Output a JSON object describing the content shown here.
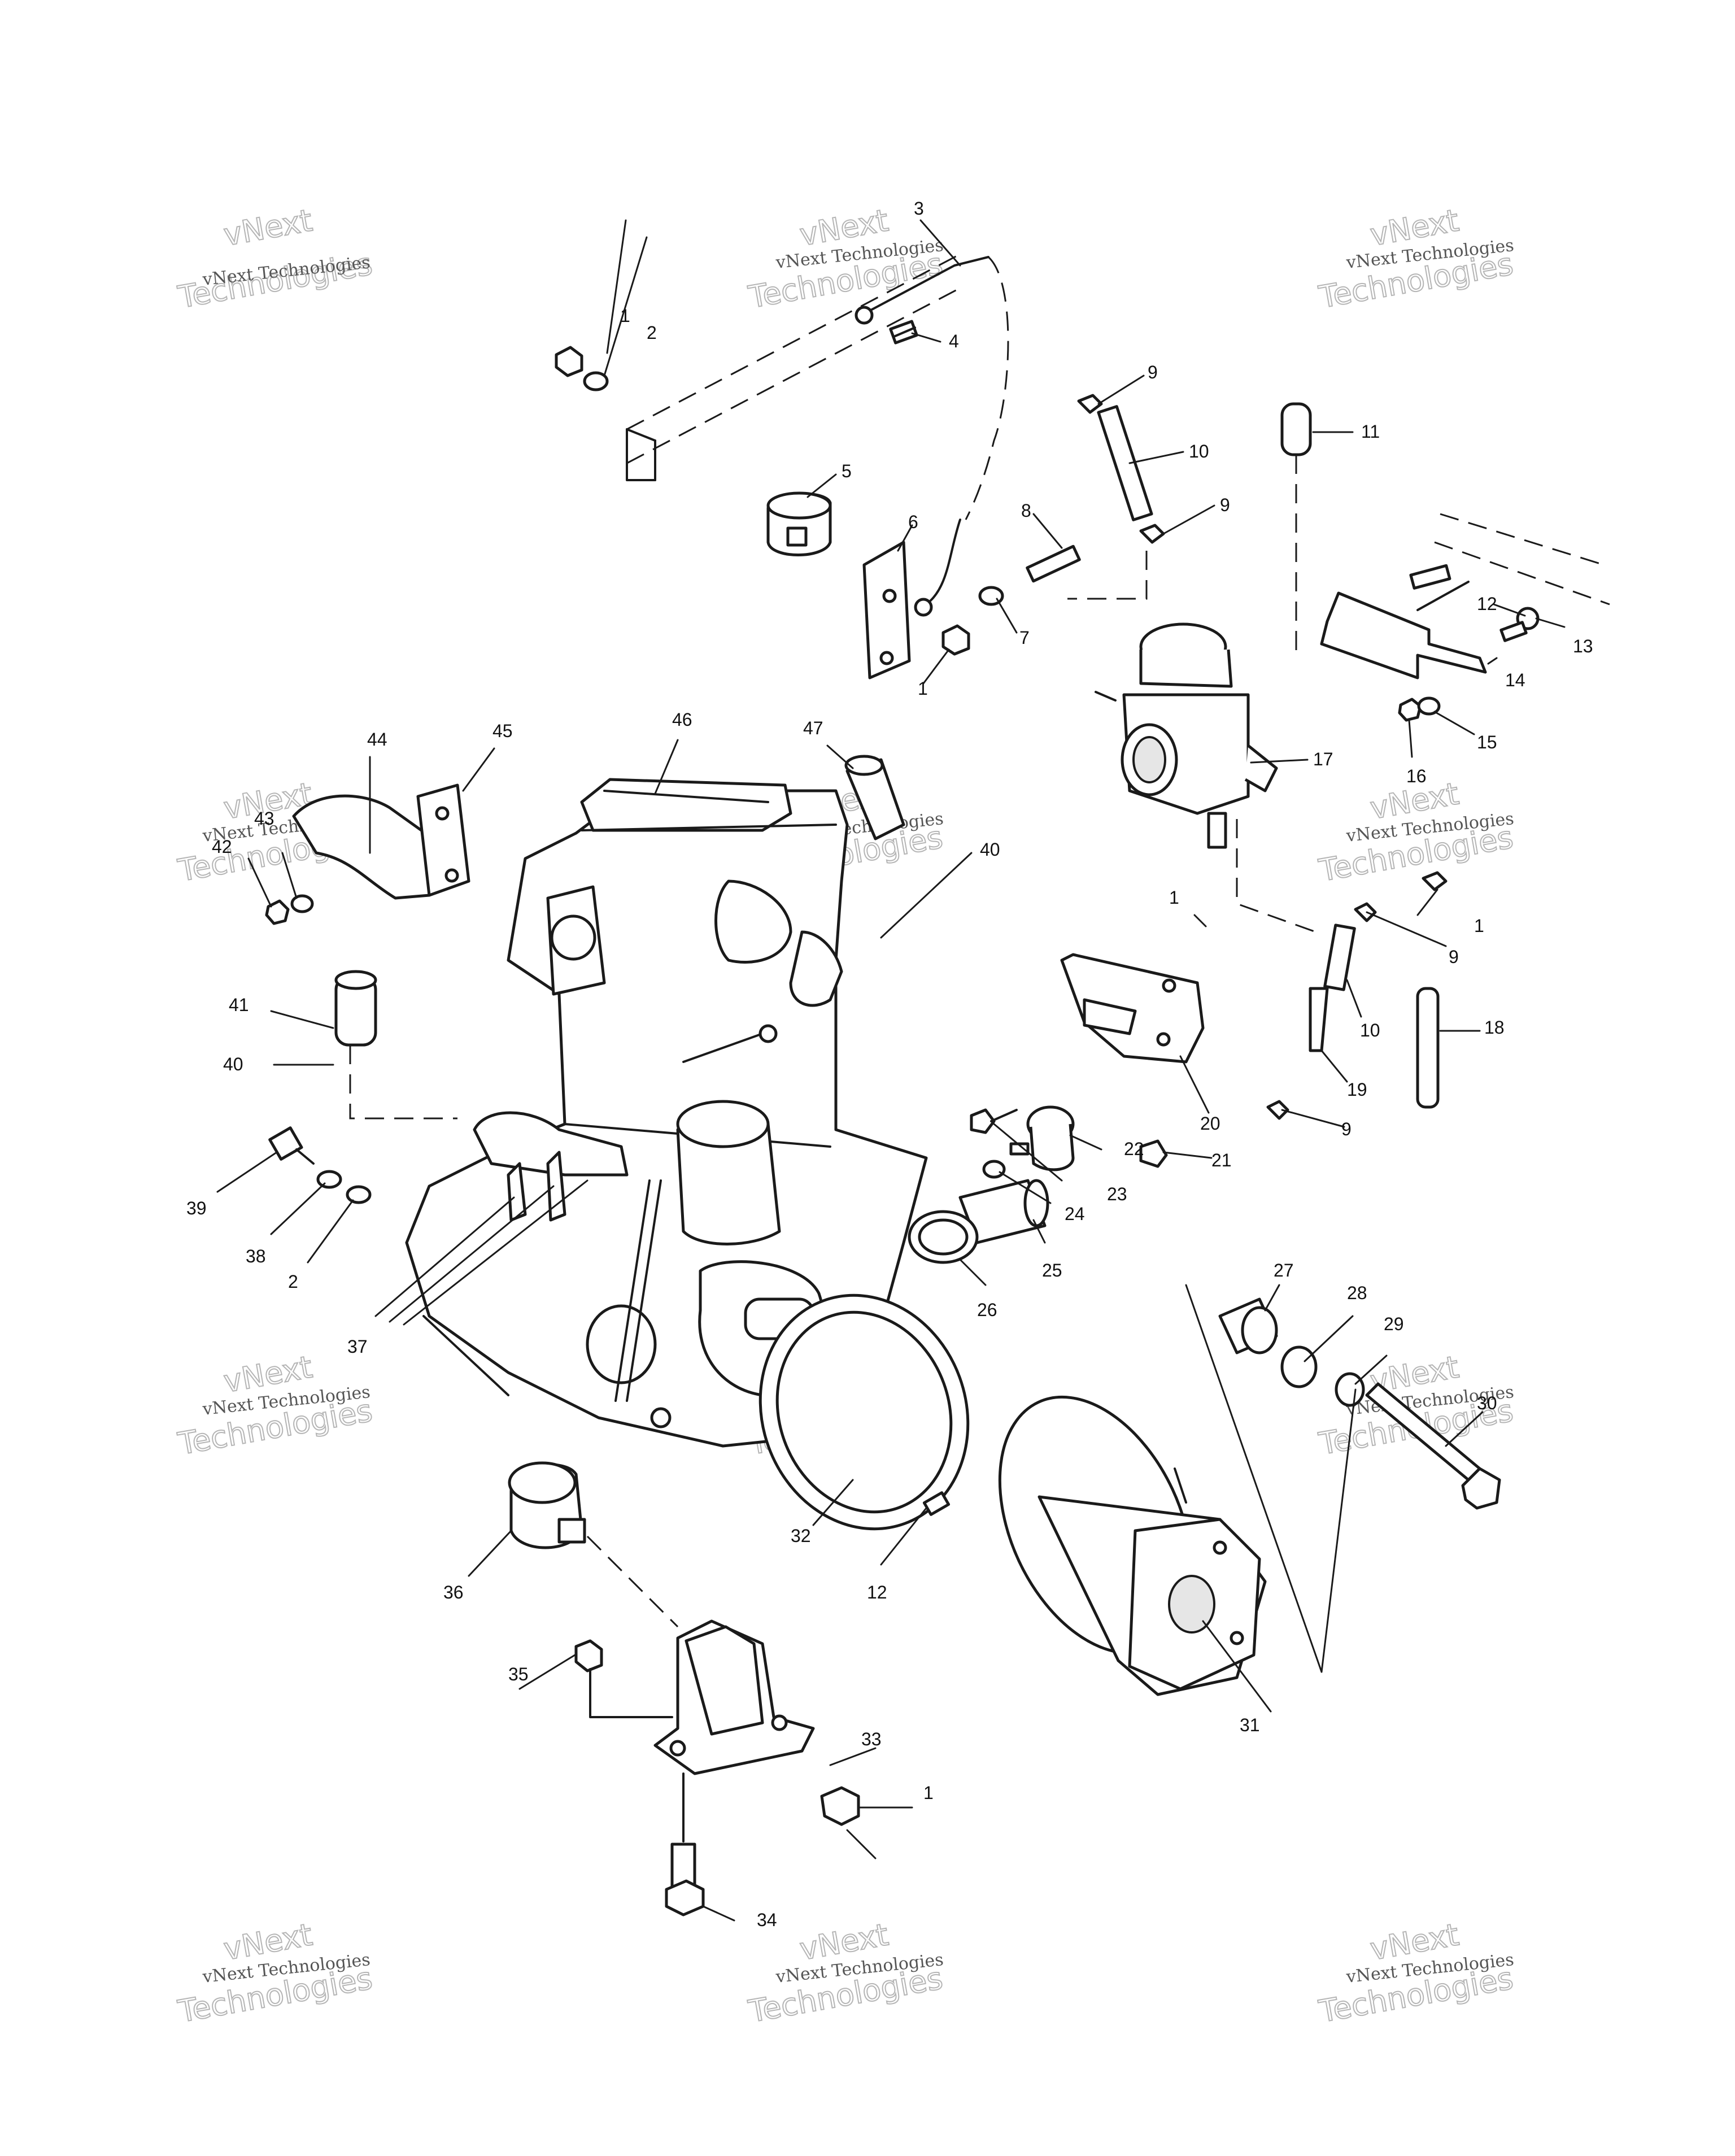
{
  "watermark": {
    "line1": "vNext Technologies",
    "line2": "vNext",
    "line3": "Technologies"
  },
  "callouts": [
    "1",
    "2",
    "3",
    "4",
    "5",
    "6",
    "7",
    "8",
    "9",
    "10",
    "9",
    "11",
    "1",
    "12",
    "13",
    "14",
    "15",
    "16",
    "17",
    "44",
    "45",
    "46",
    "47",
    "40",
    "43",
    "42",
    "1",
    "1",
    "9",
    "10",
    "18",
    "19",
    "9",
    "41",
    "40",
    "20",
    "21",
    "22",
    "23",
    "24",
    "25",
    "26",
    "39",
    "38",
    "2",
    "37",
    "27",
    "28",
    "29",
    "30",
    "32",
    "12",
    "36",
    "31",
    "35",
    "33",
    "1",
    "34"
  ]
}
